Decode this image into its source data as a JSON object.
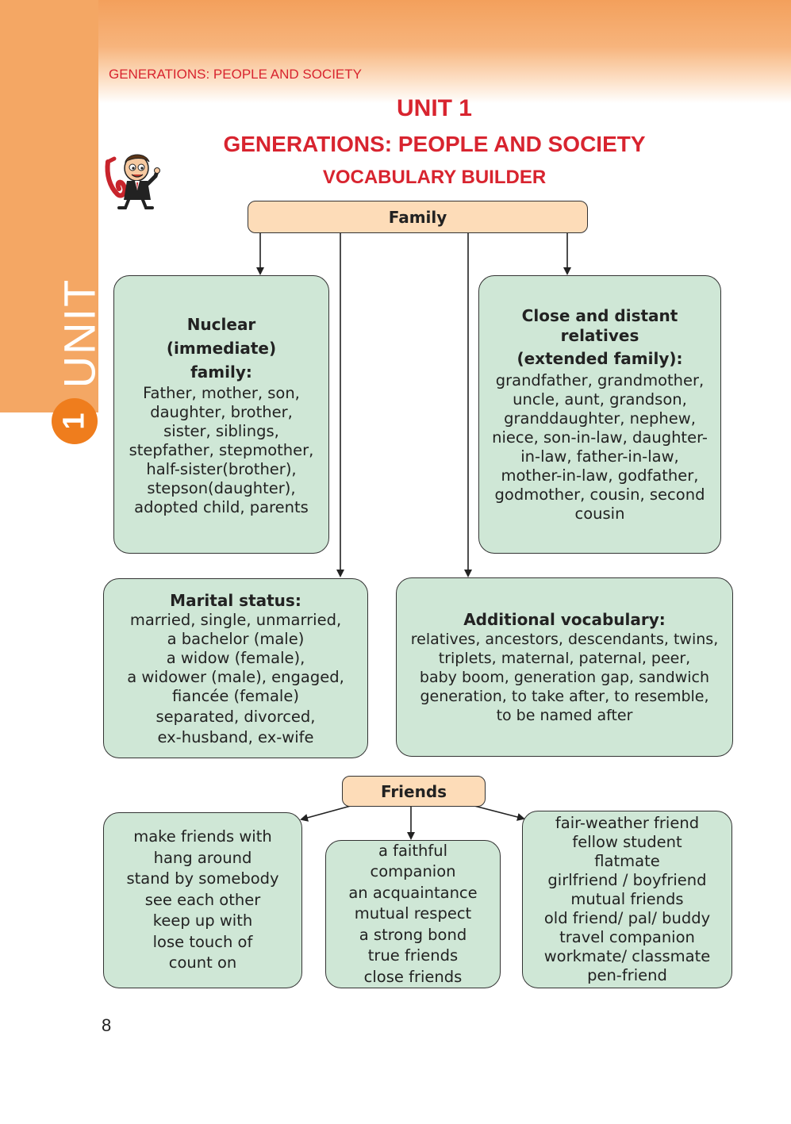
{
  "header": {
    "running_head": "GENERATIONS: PEOPLE AND SOCIETY",
    "side_unit_label": "UNIT",
    "side_unit_number": "1"
  },
  "titles": {
    "unit": "UNIT 1",
    "topic": "GENERATIONS: PEOPLE AND SOCIETY",
    "section": "VOCABULARY BUILDER"
  },
  "family": {
    "label": "Family",
    "nuclear": {
      "heading_lines": [
        "Nuclear",
        "(immediate)",
        "family:"
      ],
      "body_lines": [
        "Father, mother, son,",
        "daughter, brother,",
        "sister, siblings,",
        "stepfather, stepmother,",
        "half-sister(brother),",
        "stepson(daughter),",
        "adopted child, parents"
      ]
    },
    "extended": {
      "heading_lines": [
        "Close and distant",
        "relatives",
        "(extended family):"
      ],
      "body_lines": [
        "grandfather, grandmother,",
        "uncle,  aunt, grandson,",
        "granddaughter, nephew,",
        "niece, son-in-law, daughter-",
        "in-law, father-in-law,",
        "mother-in-law, godfather,",
        "godmother, cousin, second",
        "cousin"
      ]
    },
    "marital": {
      "heading": "Marital status:",
      "body_lines": [
        "married, single, unmarried,",
        "a bachelor (male)",
        "a widow (female),",
        "a widower (male), engaged,",
        "fiancée (female)",
        "separated, divorced,",
        "ex-husband, ex-wife"
      ]
    },
    "additional": {
      "heading": "Additional vocabulary:",
      "body_lines": [
        "relatives, ancestors, descendants, twins,",
        "triplets, maternal, paternal, peer,",
        "baby boom, generation gap, sandwich",
        "generation, to take after, to resemble,",
        "to be named after"
      ]
    }
  },
  "friends": {
    "label": "Friends",
    "left_lines": [
      "make friends with",
      "hang around",
      "stand by somebody",
      "see each other",
      "keep up with",
      "lose touch of",
      "count on"
    ],
    "middle_lines": [
      "a faithful",
      "companion",
      "an acquaintance",
      "mutual respect",
      "a strong bond",
      "true friends",
      "close friends"
    ],
    "right_lines": [
      "fair-weather friend",
      "fellow student",
      "flatmate",
      "girlfriend / boyfriend",
      "mutual friends",
      "old friend/ pal/ buddy",
      "travel companion",
      "workmate/ classmate",
      "pen-friend"
    ]
  },
  "page_number": "8",
  "colors": {
    "accent_orange": "#f4a764",
    "title_red": "#d8242f",
    "box_green": "#cfe7d6",
    "pill_peach": "#fddcb8"
  },
  "icons": {
    "mascot": "cartoon-mascot-icon"
  }
}
